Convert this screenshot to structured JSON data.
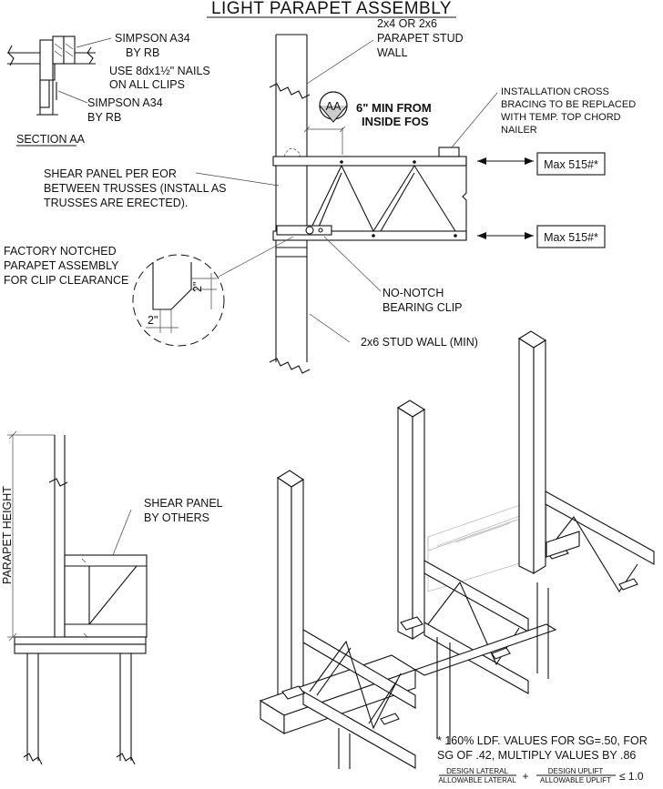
{
  "title": "LIGHT PARAPET ASSEMBLY",
  "section": {
    "label": "SECTION AA",
    "clip_top": [
      "SIMPSON A34",
      "BY RB"
    ],
    "nails": [
      "USE 8dx1½\" NAILS",
      "ON ALL CLIPS"
    ],
    "clip_bottom": [
      "SIMPSON A34",
      "BY RB"
    ]
  },
  "elevation": {
    "parapet_stud": [
      "2x4 OR 2x6",
      "PARAPET STUD",
      "WALL"
    ],
    "section_marker": "AA",
    "min_fos": [
      "6\" MIN FROM",
      "INSIDE FOS"
    ],
    "cross_bracing": [
      "INSTALLATION CROSS",
      "BRACING TO BE REPLACED",
      "WITH TEMP. TOP CHORD",
      "NAILER"
    ],
    "shear_panel": [
      "SHEAR PANEL PER EOR",
      "BETWEEN TRUSSES (INSTALL AS",
      "TRUSSES ARE ERECTED)."
    ],
    "factory_notched": [
      "FACTORY NOTCHED",
      "PARAPET ASSEMBLY",
      "FOR CLIP CLEARANCE"
    ],
    "dim_vertical": "2\"",
    "dim_horizontal": "2\"",
    "no_notch": [
      "NO-NOTCH",
      "BEARING CLIP"
    ],
    "stud_wall": "2x6 STUD WALL (MIN)",
    "load_top": "Max 515#*",
    "load_bottom": "Max 515#*"
  },
  "side_view": {
    "parapet_height": "PARAPET HEIGHT",
    "shear_panel": [
      "SHEAR PANEL",
      "BY OTHERS"
    ]
  },
  "footnote": {
    "lines": [
      "* 160% LDF. VALUES FOR SG=.50, FOR",
      "SG OF .42, MULTIPLY VALUES BY .86"
    ],
    "lateral_num": "DESIGN LATERAL",
    "lateral_den": "ALLOWABLE LATERAL",
    "plus": "+",
    "uplift_num": "DESIGN UPLIFT",
    "uplift_den": "ALLOWABLE UPLIFT",
    "limit": "≤ 1.0"
  }
}
